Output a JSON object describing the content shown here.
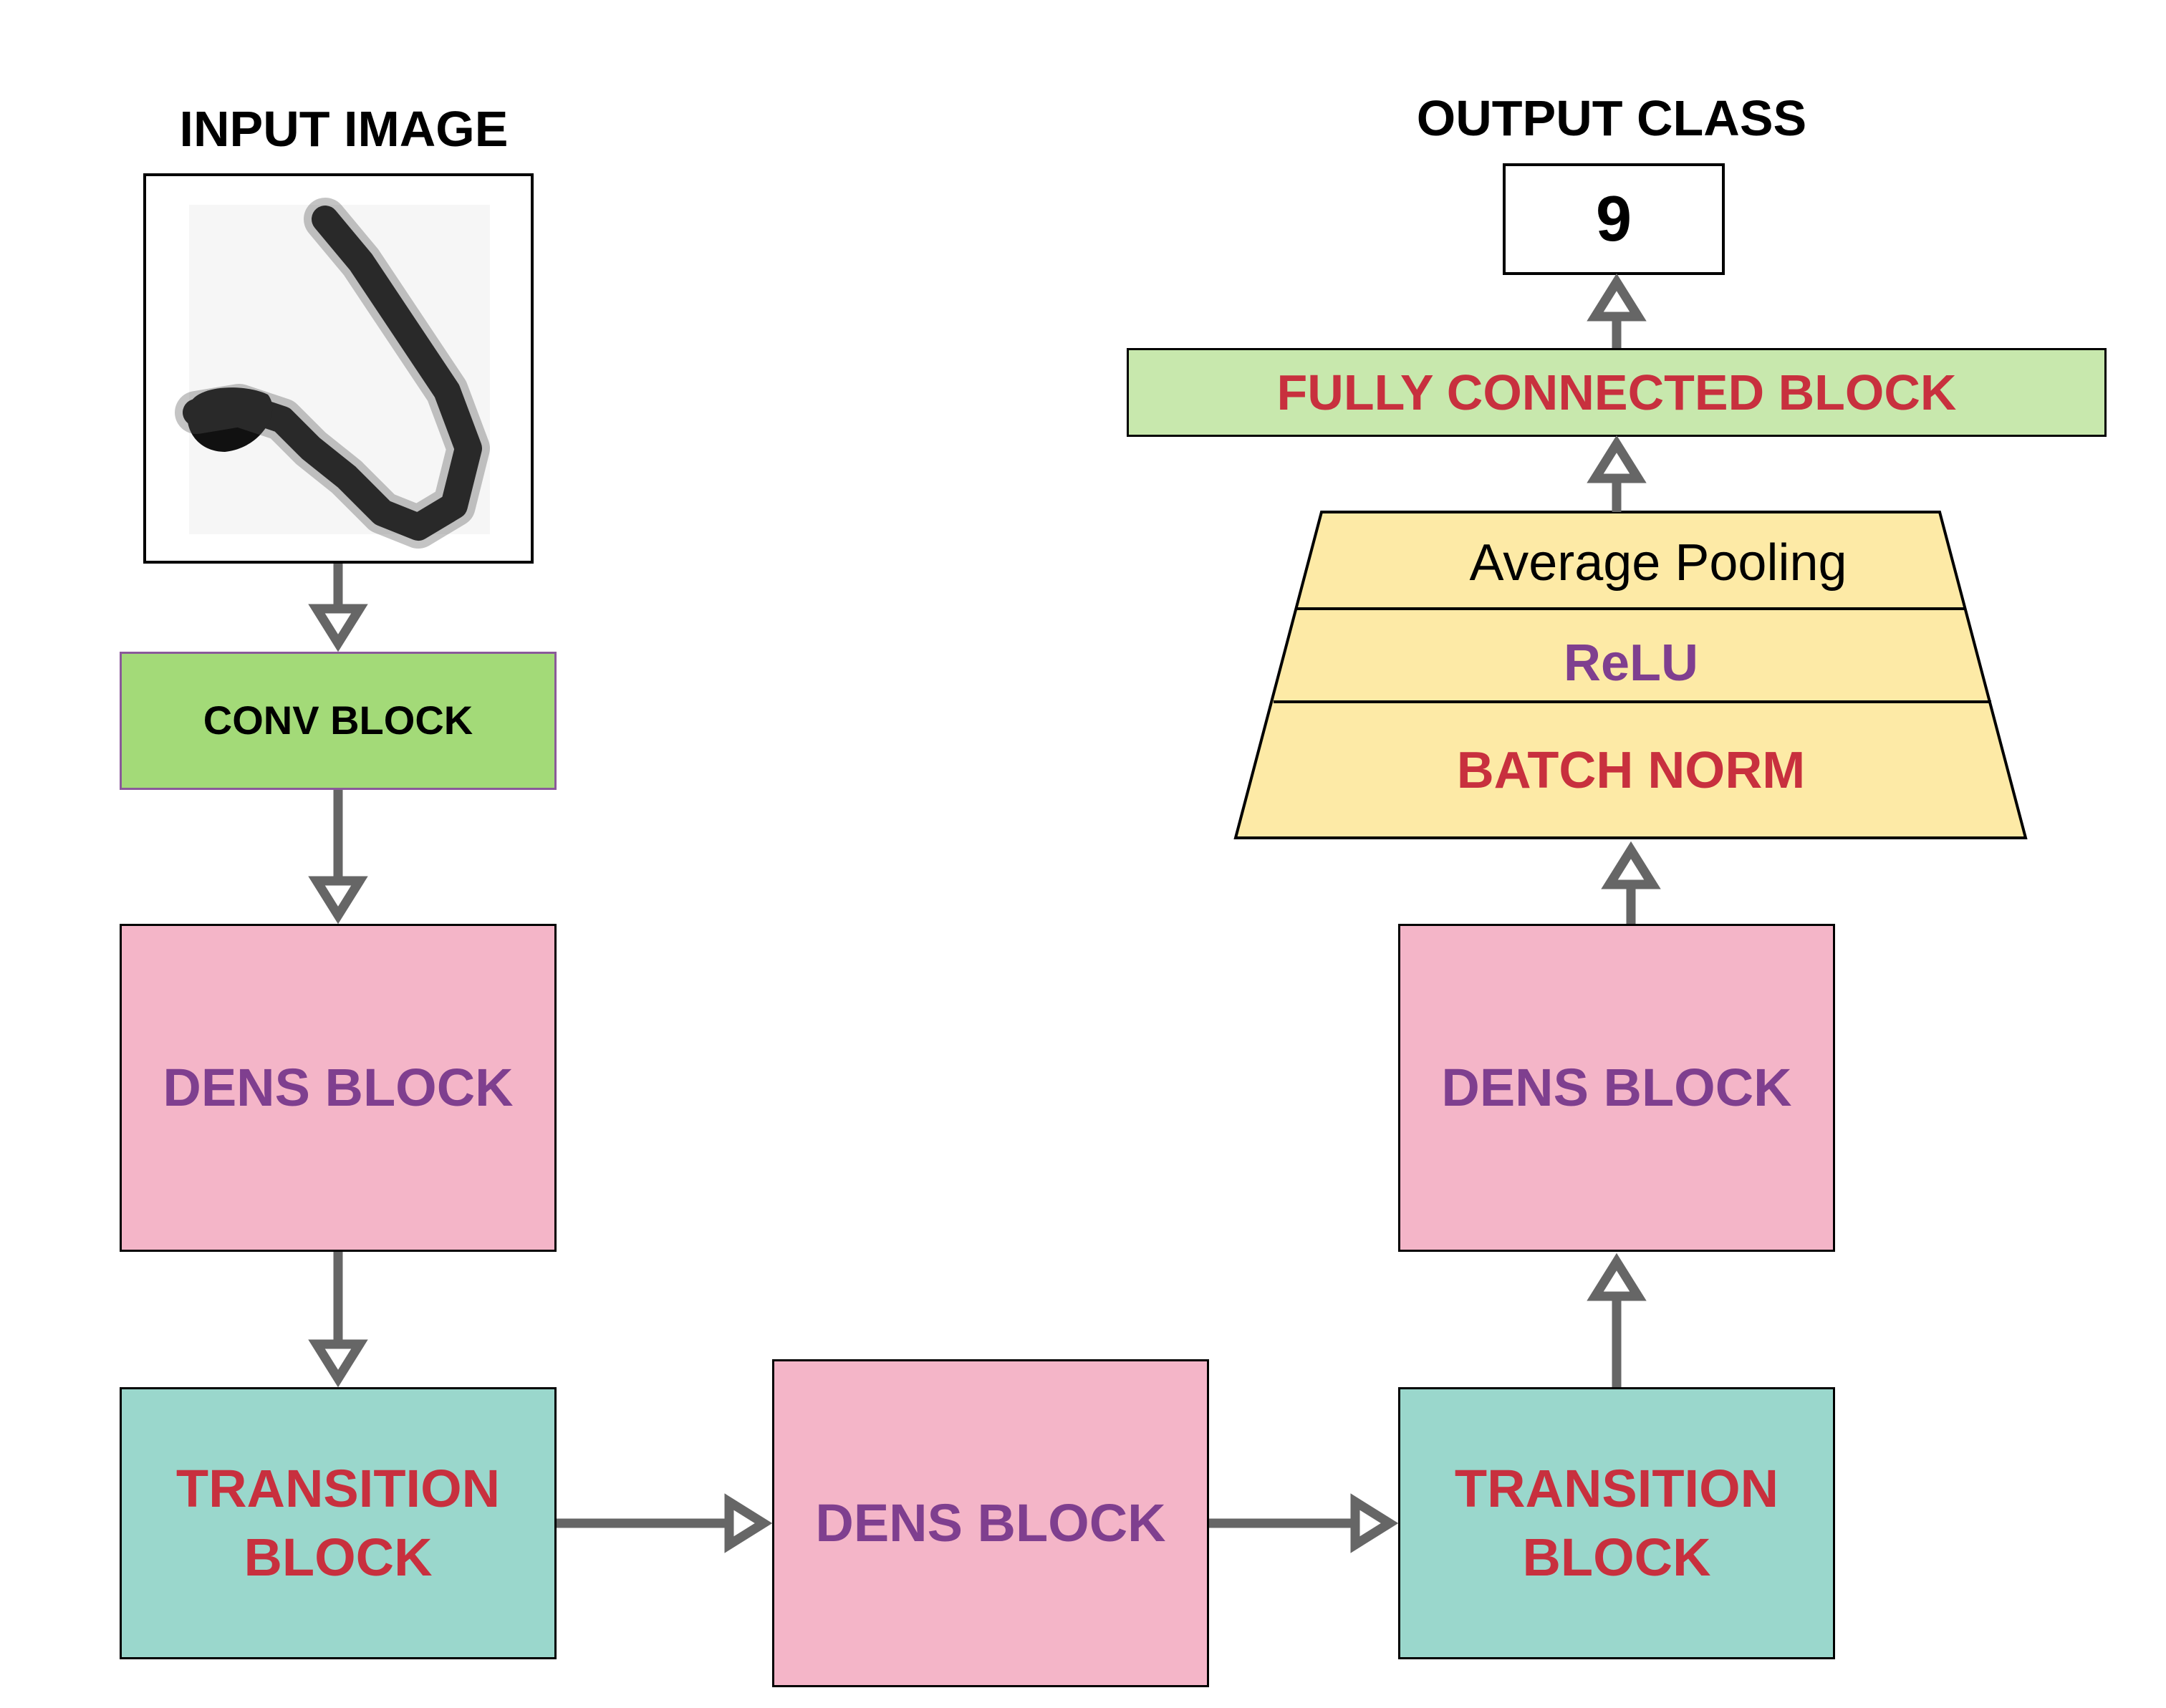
{
  "input": {
    "title": "INPUT IMAGE"
  },
  "output": {
    "title": "OUTPUT CLASS",
    "value": "9"
  },
  "blocks": {
    "conv": "CONV BLOCK",
    "dens1": "DENS BLOCK",
    "transition1": [
      "TRANSITION",
      "BLOCK"
    ],
    "dens2": "DENS BLOCK",
    "transition2": [
      "TRANSITION",
      "BLOCK"
    ],
    "dens3": "DENS BLOCK",
    "fully_connected": "FULLY CONNECTED BLOCK"
  },
  "head": {
    "average_pooling": "Average Pooling",
    "relu": "ReLU",
    "batch_norm": "BATCH NORM"
  },
  "colors": {
    "dens": "#f4b5c8",
    "transition": "#9ad7cc",
    "conv": "#a3da78",
    "fully_connected": "#c8e8ad",
    "head": "#fdeaa6",
    "purple_text": "#7f3f8f",
    "red_text": "#c8303e",
    "arrow": "#666666"
  }
}
